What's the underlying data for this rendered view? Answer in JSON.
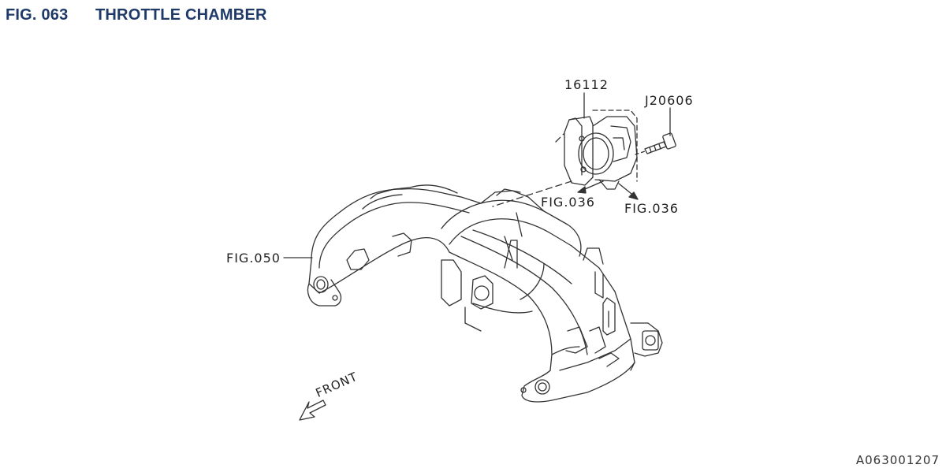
{
  "header": {
    "figure_number": "FIG. 063",
    "title": "THROTTLE CHAMBER"
  },
  "callouts": {
    "part_throttle": "16112",
    "part_bolt": "J20606",
    "ref_left_036": "FIG.036",
    "ref_right_036": "FIG.036",
    "ref_050": "FIG.050",
    "front": "FRONT"
  },
  "diagram_code": "A063001207",
  "colors": {
    "header": "#1f3a68",
    "linework": "#333333"
  }
}
